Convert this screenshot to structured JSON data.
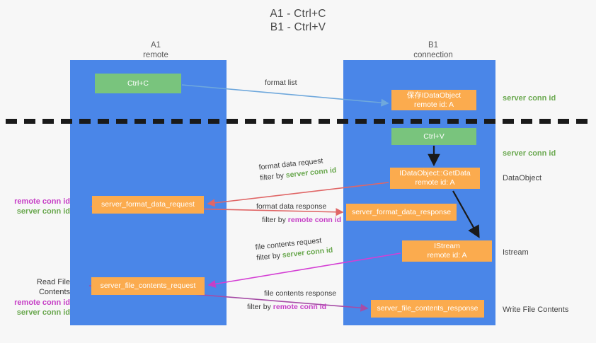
{
  "title": {
    "line1": "A1 - Ctrl+C",
    "line2": "B1 - Ctrl+V"
  },
  "lanes": [
    {
      "id": "a1",
      "name": "A1",
      "subtitle": "remote",
      "color": "#4a86e8"
    },
    {
      "id": "b1",
      "name": "B1",
      "subtitle": "connection",
      "color": "#4a86e8"
    }
  ],
  "colors": {
    "lane_band": "#4a86e8",
    "green_box": "#79c47d",
    "orange_box": "#fbab4e",
    "server_conn_id": "#6aa84f",
    "remote_conn_id": "#c63fc6",
    "arrow_blue": "#6fa8dc",
    "arrow_red": "#e06666",
    "arrow_magenta": "#c63fc6",
    "arrow_purple": "#a64ca6",
    "arrow_black": "#1a1a1a",
    "dash_line": "#1a1a1a",
    "background": "#f7f7f7"
  },
  "nodes": {
    "ctrl_c": {
      "label": "Ctrl+C",
      "style": "green"
    },
    "idataobject": {
      "line1": "保存IDataObject",
      "line2": "remote id: A",
      "style": "orange"
    },
    "ctrl_v": {
      "label": "Ctrl+V",
      "style": "green"
    },
    "getdata": {
      "line1": "IDataObject::GetData",
      "line2": "remote id: A",
      "style": "orange"
    },
    "istream": {
      "line1": "IStream",
      "line2": "remote id: A",
      "style": "orange"
    },
    "server_format_data_request": {
      "label": "server_format_data_request",
      "style": "orange"
    },
    "server_format_data_response": {
      "label": "server_format_data_response",
      "style": "orange"
    },
    "server_file_contents_request": {
      "label": "server_file_contents_request",
      "style": "orange"
    },
    "server_file_contents_response": {
      "label": "server_file_contents_response",
      "style": "orange"
    }
  },
  "right_notes": {
    "conn_1": "server conn id",
    "conn_2": "server conn id",
    "dataobject": "DataObject",
    "istream": "Istream",
    "write_file_contents": "Write File Contents"
  },
  "left_notes": {
    "group1": {
      "remote": "remote conn id",
      "server": "server conn id"
    },
    "group2": {
      "heading": "Read File Contents",
      "remote": "remote conn id",
      "server": "server conn id"
    }
  },
  "edge_labels": {
    "format_list": "format list",
    "format_data_request": {
      "line1": "format data request",
      "prefix": "filter by ",
      "highlight": "server conn id"
    },
    "format_data_response": {
      "line1": "format data response",
      "prefix": "filter by ",
      "highlight": "remote conn id"
    },
    "file_contents_request": {
      "line1": "file contents request",
      "prefix": "filter by ",
      "highlight": "server conn id"
    },
    "file_contents_response": {
      "line1": "file contents response",
      "prefix": "filter by ",
      "highlight": "remote conn id"
    }
  }
}
